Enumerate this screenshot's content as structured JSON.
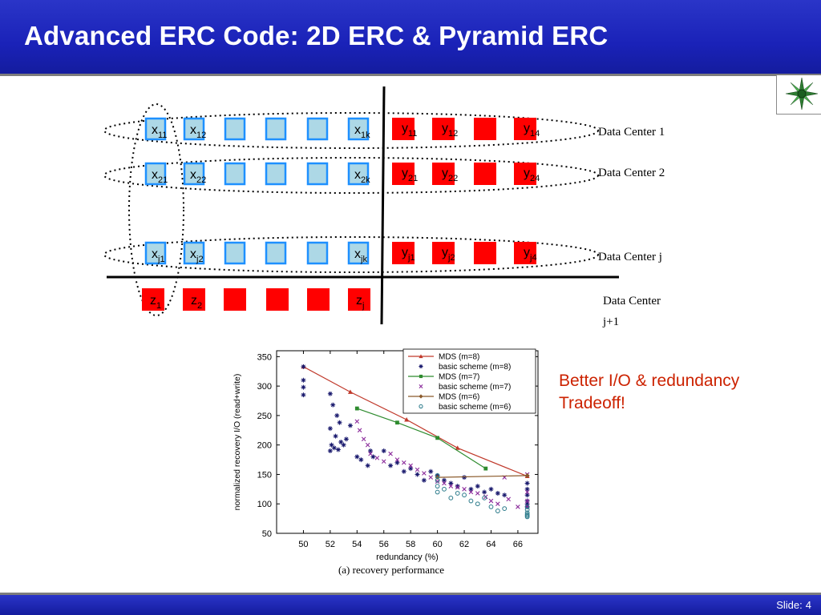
{
  "slide": {
    "title": "Advanced ERC Code: 2D ERC & Pyramid ERC",
    "slide_number_label": "Slide:",
    "slide_number": "4",
    "callout": "Better I/O & redundancy Tradeoff!"
  },
  "diagram": {
    "data_centers": [
      "Data Center 1",
      "Data Center 2",
      "Data Center j",
      "Data Center",
      "j+1"
    ],
    "rows": [
      {
        "x": [
          [
            "x",
            "11"
          ],
          [
            "x",
            "12"
          ],
          null,
          null,
          null,
          [
            "x",
            "1k"
          ]
        ],
        "y": [
          [
            "y",
            "11"
          ],
          [
            "y",
            "12"
          ],
          null,
          [
            "y",
            "14"
          ]
        ]
      },
      {
        "x": [
          [
            "x",
            "21"
          ],
          [
            "x",
            "22"
          ],
          null,
          null,
          null,
          [
            "x",
            "2k"
          ]
        ],
        "y": [
          [
            "y",
            "21"
          ],
          [
            "y",
            "22"
          ],
          null,
          [
            "y",
            "24"
          ]
        ]
      },
      {
        "x": [
          [
            "x",
            "j1"
          ],
          [
            "x",
            "j2"
          ],
          null,
          null,
          null,
          [
            "x",
            "jk"
          ]
        ],
        "y": [
          [
            "y",
            "j1"
          ],
          [
            "y",
            "j2"
          ],
          null,
          [
            "y",
            "j4"
          ]
        ]
      }
    ],
    "z_row": [
      [
        "z",
        "1"
      ],
      [
        "z",
        "2"
      ],
      null,
      null,
      null,
      [
        "z",
        "j"
      ]
    ],
    "colors": {
      "data_block_fill": "#add8e6",
      "data_block_border": "#1e90ff",
      "parity_fill": "#ff0000"
    }
  },
  "chart_data": {
    "type": "scatter",
    "title": "",
    "caption": "(a)  recovery  performance",
    "xlabel": "redundancy (%)",
    "ylabel": "normalized recovery I/O (read+write)",
    "xlim": [
      48,
      67.5
    ],
    "ylim": [
      50,
      360
    ],
    "xticks": [
      50,
      52,
      54,
      56,
      58,
      60,
      62,
      64,
      66
    ],
    "yticks": [
      50,
      100,
      150,
      200,
      250,
      300,
      350
    ],
    "legend_position": "top-right",
    "series": [
      {
        "name": "MDS (m=8)",
        "kind": "line",
        "color": "#c0392b",
        "marker": "triangle",
        "points": [
          [
            50,
            333
          ],
          [
            53.5,
            290
          ],
          [
            57.7,
            243
          ],
          [
            61.5,
            195
          ],
          [
            66.7,
            147
          ]
        ]
      },
      {
        "name": "basic scheme (m=8)",
        "kind": "scatter",
        "color": "#1a1a6e",
        "marker": "star",
        "points": [
          [
            50,
            333
          ],
          [
            50,
            310
          ],
          [
            50,
            298
          ],
          [
            50,
            285
          ],
          [
            52,
            287
          ],
          [
            52.2,
            268
          ],
          [
            52.5,
            250
          ],
          [
            52.7,
            238
          ],
          [
            52,
            228
          ],
          [
            52.4,
            215
          ],
          [
            52.8,
            205
          ],
          [
            52.1,
            200
          ],
          [
            52.3,
            195
          ],
          [
            52,
            190
          ],
          [
            52.6,
            192
          ],
          [
            53,
            200
          ],
          [
            53.2,
            210
          ],
          [
            53.5,
            233
          ],
          [
            54,
            180
          ],
          [
            54.3,
            175
          ],
          [
            54.8,
            165
          ],
          [
            55,
            190
          ],
          [
            55.2,
            180
          ],
          [
            56,
            190
          ],
          [
            56.5,
            165
          ],
          [
            57,
            170
          ],
          [
            57.5,
            155
          ],
          [
            58,
            160
          ],
          [
            58.5,
            150
          ],
          [
            59,
            140
          ],
          [
            59.5,
            155
          ],
          [
            60,
            148
          ],
          [
            60.5,
            140
          ],
          [
            61,
            135
          ],
          [
            61.5,
            130
          ],
          [
            62,
            145
          ],
          [
            62.5,
            125
          ],
          [
            63,
            130
          ],
          [
            63.5,
            120
          ],
          [
            64,
            125
          ],
          [
            64.5,
            118
          ],
          [
            65,
            115
          ],
          [
            66.7,
            135
          ],
          [
            66.7,
            125
          ],
          [
            66.7,
            115
          ],
          [
            66.7,
            105
          ],
          [
            66.7,
            100
          ],
          [
            66.7,
            95
          ]
        ]
      },
      {
        "name": "MDS (m=7)",
        "kind": "line",
        "color": "#2e8b2e",
        "marker": "square",
        "points": [
          [
            54,
            262
          ],
          [
            57,
            238
          ],
          [
            60,
            212
          ],
          [
            63.6,
            160
          ]
        ]
      },
      {
        "name": "basic scheme (m=7)",
        "kind": "scatter",
        "color": "#8b2b9b",
        "marker": "x",
        "points": [
          [
            54,
            240
          ],
          [
            54.2,
            225
          ],
          [
            54.5,
            210
          ],
          [
            54.8,
            200
          ],
          [
            55,
            185
          ],
          [
            55.5,
            178
          ],
          [
            56,
            172
          ],
          [
            56.5,
            185
          ],
          [
            57,
            175
          ],
          [
            57.5,
            170
          ],
          [
            58,
            165
          ],
          [
            58.5,
            158
          ],
          [
            59,
            152
          ],
          [
            59.5,
            145
          ],
          [
            60,
            138
          ],
          [
            60.5,
            135
          ],
          [
            61,
            130
          ],
          [
            61.5,
            128
          ],
          [
            62,
            125
          ],
          [
            62.5,
            120
          ],
          [
            63,
            118
          ],
          [
            63.6,
            112
          ],
          [
            64,
            105
          ],
          [
            64.5,
            100
          ],
          [
            65,
            145
          ],
          [
            65.3,
            108
          ],
          [
            66,
            95
          ],
          [
            66.7,
            150
          ],
          [
            66.7,
            120
          ],
          [
            66.7,
            105
          ],
          [
            66.7,
            95
          ]
        ]
      },
      {
        "name": "MDS (m=6)",
        "kind": "line",
        "color": "#8b5a2b",
        "marker": "diamond",
        "points": [
          [
            60,
            145
          ],
          [
            66.7,
            148
          ]
        ]
      },
      {
        "name": "basic scheme (m=6)",
        "kind": "scatter",
        "color": "#2a7a8a",
        "marker": "circle",
        "points": [
          [
            60,
            148
          ],
          [
            60,
            140
          ],
          [
            60,
            130
          ],
          [
            60,
            120
          ],
          [
            60.5,
            125
          ],
          [
            61,
            110
          ],
          [
            61.5,
            118
          ],
          [
            62,
            115
          ],
          [
            62.5,
            105
          ],
          [
            63,
            100
          ],
          [
            63.5,
            110
          ],
          [
            64,
            95
          ],
          [
            64.5,
            88
          ],
          [
            65,
            92
          ],
          [
            66.7,
            95
          ],
          [
            66.7,
            90
          ],
          [
            66.7,
            85
          ],
          [
            66.7,
            82
          ],
          [
            66.7,
            80
          ],
          [
            66.7,
            78
          ]
        ]
      }
    ]
  }
}
